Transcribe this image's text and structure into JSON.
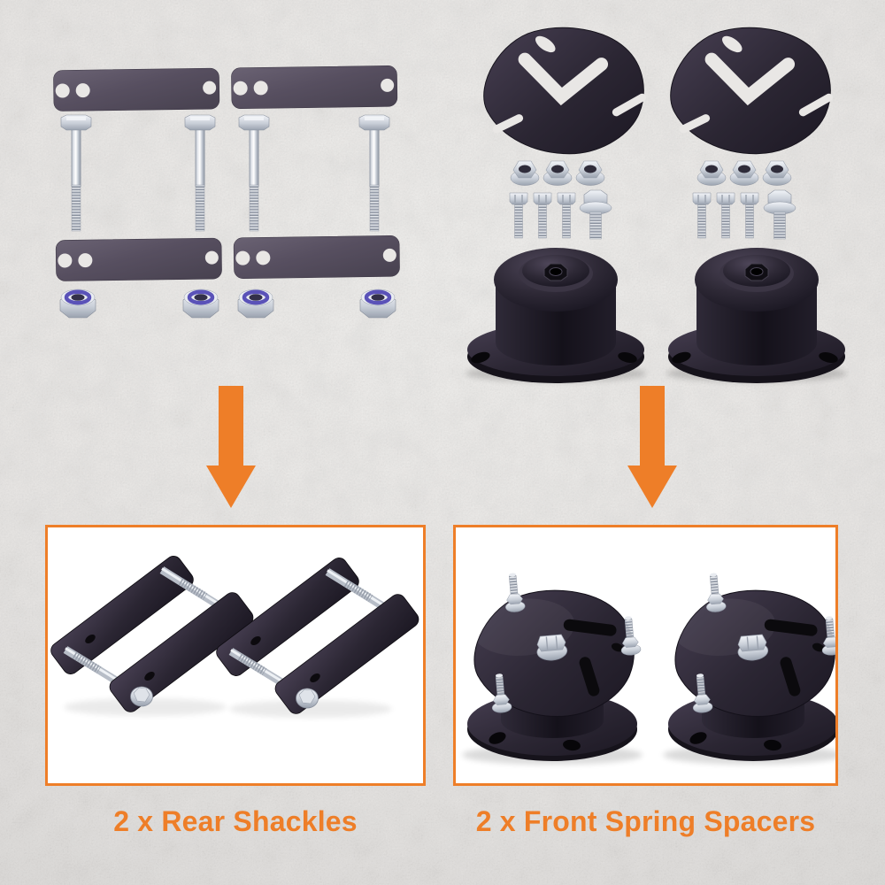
{
  "colors": {
    "accent_orange": "#EE7E28",
    "page_background": "#E8E6E4",
    "panel_background": "#FFFFFF",
    "plate_gray_purple": "#57505F",
    "dark_metal": "#26222B",
    "chrome": "#D9DDE3",
    "locknut_insert_blue": "#5A52B8"
  },
  "top_left_kit": {
    "name": "rear shackle hardware (disassembled)",
    "plates": 4,
    "bolts": 4,
    "lock_nuts": 4
  },
  "top_right_kit": {
    "name": "front spring spacer hardware (disassembled)",
    "top_plates": 2,
    "flange_nuts": 6,
    "bolts": 6,
    "flange_bolts": 2,
    "spacers": 2
  },
  "arrows": {
    "count": 2,
    "direction": "down"
  },
  "products": [
    {
      "id": "rear-shackles",
      "label": "2 x Rear Shackles",
      "quantity": 2
    },
    {
      "id": "front-spring-spacers",
      "label": "2 x Front Spring Spacers",
      "quantity": 2
    }
  ]
}
